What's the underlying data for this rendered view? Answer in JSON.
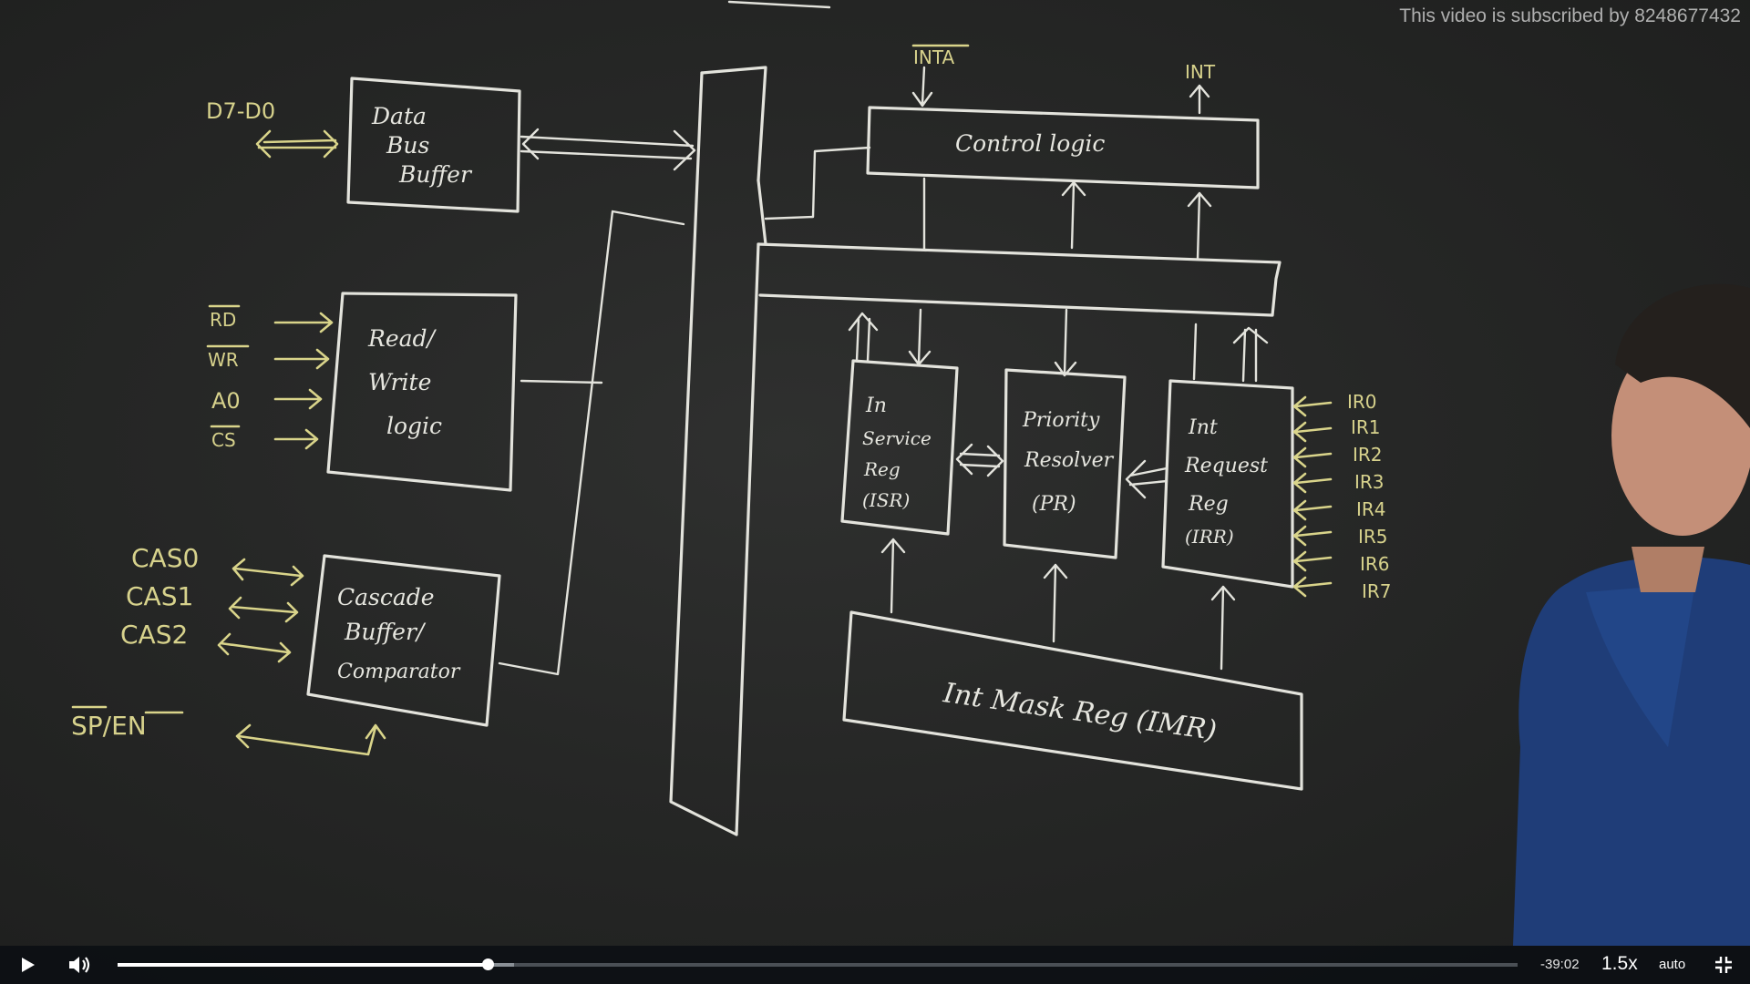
{
  "watermark": "This video is subscribed by 8248677432",
  "diagram": {
    "blocks": {
      "data_bus_buffer": [
        "Data",
        "Bus",
        "Buffer"
      ],
      "read_write_logic": [
        "Read/",
        "Write",
        "logic"
      ],
      "cascade": [
        "Cascade",
        "Buffer/",
        "Comparator"
      ],
      "control_logic": "Control logic",
      "isr": [
        "In",
        "Service",
        "Reg",
        "(ISR)"
      ],
      "priority_resolver": [
        "Priority",
        "Resolver",
        "(PR)"
      ],
      "irr": [
        "Int",
        "Request",
        "Reg",
        "(IRR)"
      ],
      "imr": "Int Mask Reg (IMR)"
    },
    "inputs": {
      "data_lines": "D7-D0",
      "rd": "RD",
      "wr": "WR",
      "a0": "A0",
      "cs": "CS",
      "cas0": "CAS0",
      "cas1": "CAS1",
      "cas2": "CAS2",
      "sp_en": "SP/EN",
      "inta": "INTA",
      "int": "INT",
      "ir_lines": [
        "IR0",
        "IR1",
        "IR2",
        "IR3",
        "IR4",
        "IR5",
        "IR6",
        "IR7"
      ]
    }
  },
  "controls": {
    "time_remaining": "-39:02",
    "speed": "1.5x",
    "quality": "auto",
    "progress_fraction": 0.264,
    "buffered_fraction": 0.283
  }
}
